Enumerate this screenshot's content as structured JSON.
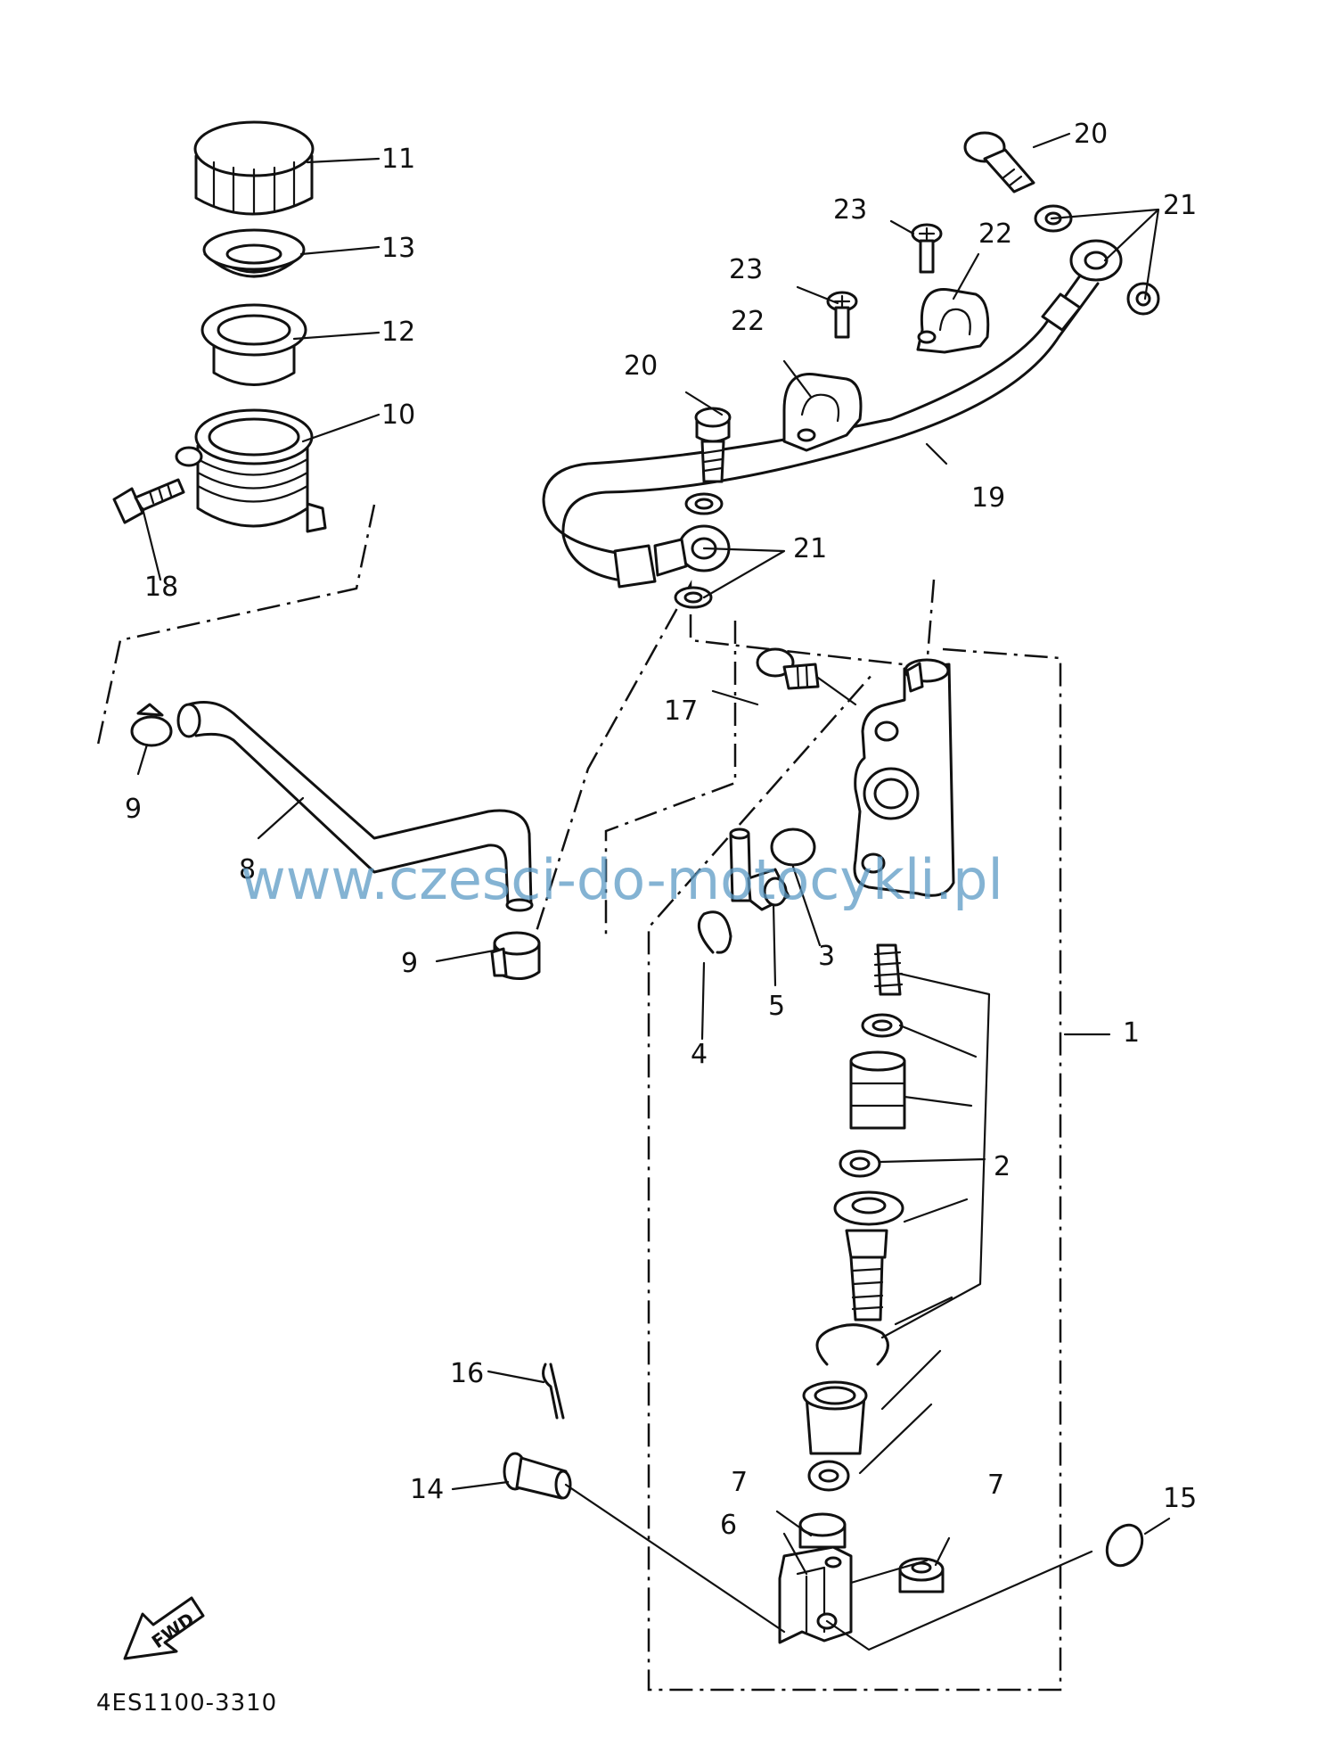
{
  "watermark": "www.czesci-do-motocykli.pl",
  "diagram_code": "4ES1100-3310",
  "direction_label": "FWD",
  "callouts": [
    {
      "id": "c1",
      "text": "1"
    },
    {
      "id": "c2",
      "text": "2"
    },
    {
      "id": "c3",
      "text": "3"
    },
    {
      "id": "c4",
      "text": "4"
    },
    {
      "id": "c5",
      "text": "5"
    },
    {
      "id": "c6",
      "text": "6"
    },
    {
      "id": "c7a",
      "text": "7"
    },
    {
      "id": "c7b",
      "text": "7"
    },
    {
      "id": "c8",
      "text": "8"
    },
    {
      "id": "c9a",
      "text": "9"
    },
    {
      "id": "c9b",
      "text": "9"
    },
    {
      "id": "c10",
      "text": "10"
    },
    {
      "id": "c11",
      "text": "11"
    },
    {
      "id": "c12",
      "text": "12"
    },
    {
      "id": "c13",
      "text": "13"
    },
    {
      "id": "c14",
      "text": "14"
    },
    {
      "id": "c15",
      "text": "15"
    },
    {
      "id": "c16",
      "text": "16"
    },
    {
      "id": "c17",
      "text": "17"
    },
    {
      "id": "c18",
      "text": "18"
    },
    {
      "id": "c19",
      "text": "19"
    },
    {
      "id": "c20a",
      "text": "20"
    },
    {
      "id": "c20b",
      "text": "20"
    },
    {
      "id": "c21a",
      "text": "21"
    },
    {
      "id": "c21b",
      "text": "21"
    },
    {
      "id": "c22a",
      "text": "22"
    },
    {
      "id": "c22b",
      "text": "22"
    },
    {
      "id": "c23a",
      "text": "23"
    },
    {
      "id": "c23b",
      "text": "23"
    }
  ]
}
